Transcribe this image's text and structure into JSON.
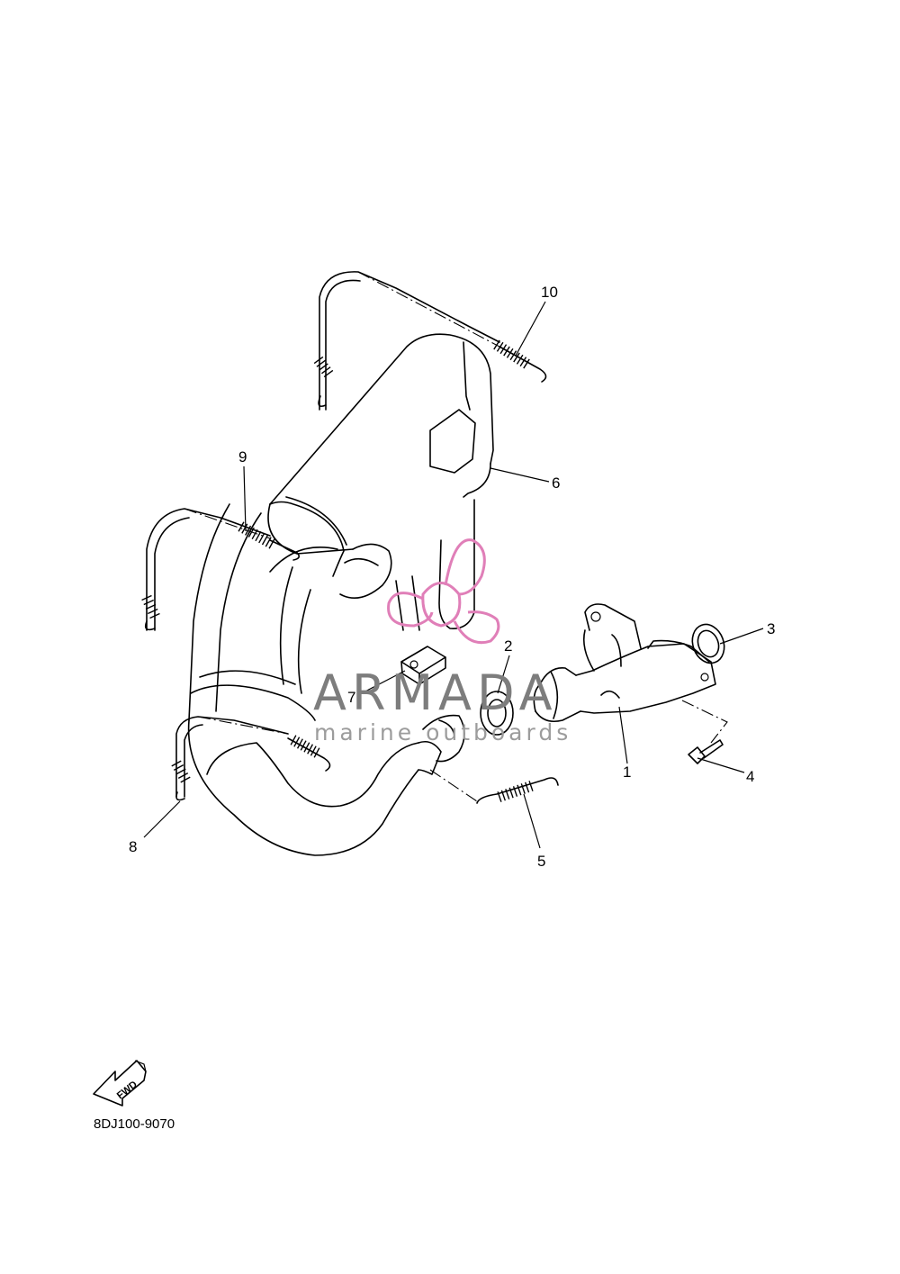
{
  "callouts": [
    {
      "num": "1"
    },
    {
      "num": "2"
    },
    {
      "num": "3"
    },
    {
      "num": "4"
    },
    {
      "num": "5"
    },
    {
      "num": "6"
    },
    {
      "num": "7"
    },
    {
      "num": "8"
    },
    {
      "num": "9"
    },
    {
      "num": "10"
    }
  ],
  "watermark": {
    "brand": "ARMADA",
    "tagline": "marine outboards",
    "logo_color": "#e07fb8"
  },
  "fwd_label": "FWD",
  "reference_code": "8DJ100-9070"
}
